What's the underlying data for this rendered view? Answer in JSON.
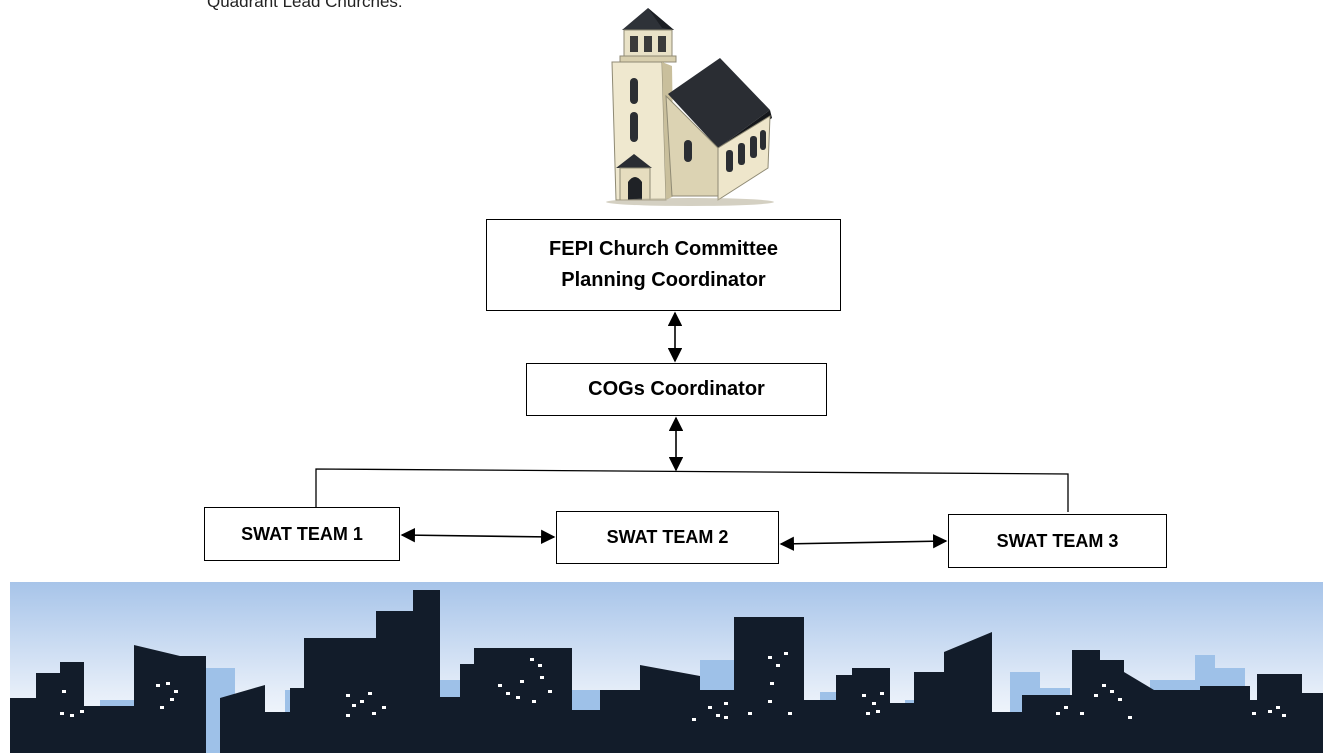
{
  "caption": "Quadrant Lead Churches:",
  "icon": "church-icon",
  "nodes": {
    "fepi": {
      "line1": "FEPI Church Committee",
      "line2": "Planning Coordinator"
    },
    "cogs": {
      "label": "COGs Coordinator"
    },
    "swat1": {
      "label": "SWAT TEAM 1"
    },
    "swat2": {
      "label": "SWAT TEAM 2"
    },
    "swat3": {
      "label": "SWAT TEAM 3"
    }
  },
  "colors": {
    "skyline": "#121c2a",
    "sky_top": "#a9c6ea",
    "sky_bottom": "#ffffff",
    "distant_buildings": "#9fc2e8",
    "windows": "#ffffff",
    "box_border": "#000000"
  },
  "decoration": "city-skyline"
}
